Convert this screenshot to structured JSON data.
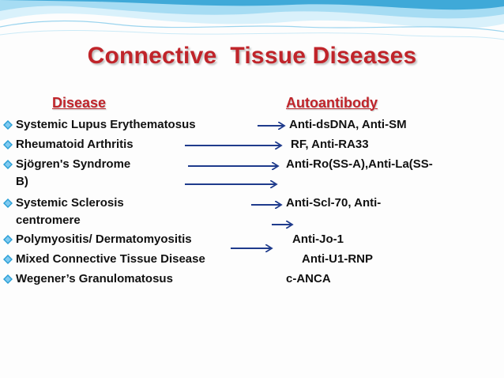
{
  "slide": {
    "title": "Connective  Tissue Diseases",
    "col_disease": "Disease",
    "col_autoantibody": "Autoantibody",
    "rows": [
      {
        "disease": "Systemic Lupus Erythematosus",
        "antibody": "Anti-dsDNA, Anti-SM"
      },
      {
        "disease": "Rheumatoid Arthritis",
        "antibody": "RF, Anti-RA33"
      },
      {
        "disease": "Sjögren's Syndrome",
        "disease_cont": "B)",
        "antibody": "Anti-Ro(SS-A),Anti-La(SS-"
      },
      {
        "disease": "Systemic Sclerosis",
        "disease_cont": "centromere",
        "antibody": "Anti-Scl-70, Anti-"
      },
      {
        "disease": "Polymyositis/ Dermatomyositis",
        "antibody": "Anti-Jo-1"
      },
      {
        "disease": "Mixed Connective Tissue Disease",
        "antibody": "Anti-U1-RNP"
      },
      {
        "disease": "Wegener’s Granulomatosus",
        "antibody": "c-ANCA"
      }
    ]
  },
  "colors": {
    "title": "#c0242a",
    "arrow": "#1f3b8c",
    "bullet": "#2a9fd6",
    "text": "#111111",
    "wave_light": "#bfe6f7",
    "wave_dark": "#3fa9d8"
  },
  "icons": {
    "bullet": "diamond-bullet-icon",
    "arrow": "right-arrow-icon"
  }
}
